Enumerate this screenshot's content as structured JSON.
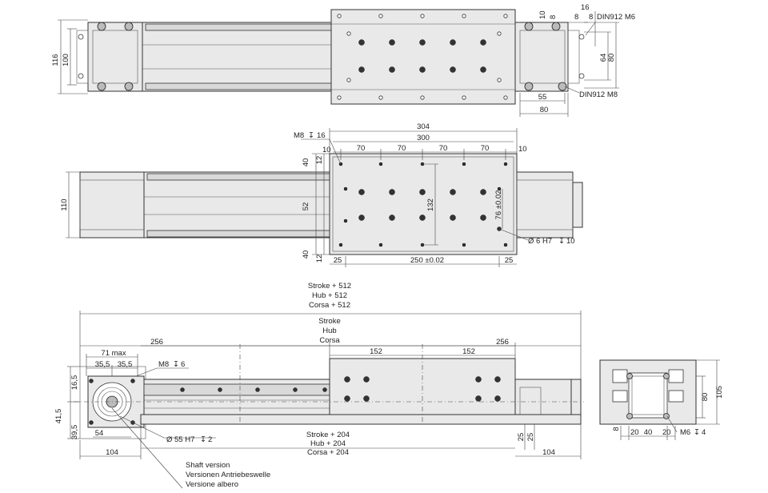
{
  "view_top": {
    "dims": {
      "h116": "116",
      "h100": "100",
      "d16": "16",
      "d10a": "10",
      "d8a": "8",
      "d8b": "8",
      "din_m6": "DIN912 M6",
      "din_m8": "DIN912 M8",
      "d64": "64",
      "d80v": "80",
      "d55": "55",
      "d80h": "80"
    }
  },
  "view_mid": {
    "dims": {
      "m8": "M8",
      "depth16": "16",
      "d304": "304",
      "d300": "300",
      "d10l": "10",
      "d10r": "10",
      "p70a": "70",
      "p70b": "70",
      "p70c": "70",
      "p70d": "70",
      "d40t": "40",
      "d12t": "12",
      "d52": "52",
      "d40b": "40",
      "d12b": "12",
      "d110": "110",
      "d132": "132",
      "d76": "76 ±0.02",
      "hole6": "Ø 6 H7",
      "depth10": "10",
      "d25l": "25",
      "d250": "250 ±0.02",
      "d25r": "25"
    }
  },
  "view_bottom": {
    "stroke512": [
      "Stroke + 512",
      "Hub + 512",
      "Corsa + 512"
    ],
    "stroke": [
      "Stroke",
      "Hub",
      "Corsa"
    ],
    "stroke204": [
      "Stroke + 204",
      "Hub + 204",
      "Corsa + 204"
    ],
    "shaft": [
      "Shaft version",
      "Versionen Antriebeswelle",
      "Versione albero"
    ],
    "dims": {
      "d256l": "256",
      "d256r": "256",
      "d152a": "152",
      "d152b": "152",
      "d71": "71 max",
      "d355a": "35,5",
      "d355b": "35,5",
      "m8": "M8",
      "depth6": "6",
      "d165": "16,5",
      "d415": "41,5",
      "d395": "39,5",
      "d54": "54",
      "d104l": "104",
      "d104r": "104",
      "d25a": "25",
      "d25b": "25",
      "hole55": "Ø 55 H7",
      "depth2": "2"
    }
  },
  "view_end": {
    "dims": {
      "d80": "80",
      "d105": "105",
      "d8": "8",
      "d20a": "20",
      "d40": "40",
      "d20b": "20",
      "m6": "M6",
      "depth4": "4"
    }
  }
}
